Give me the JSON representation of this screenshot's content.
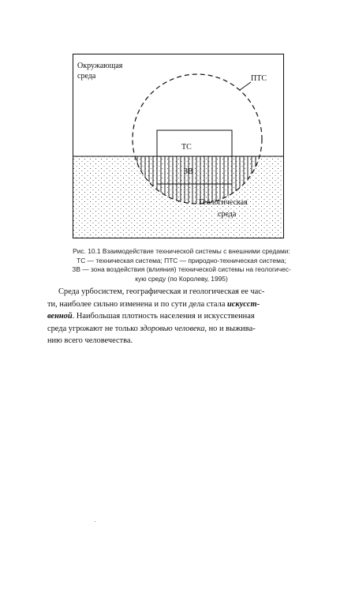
{
  "figure": {
    "label_environment_line1": "Окружающая",
    "label_environment_line2": "среда",
    "label_pts": "ПТС",
    "label_ts": "ТС",
    "label_zv": "ЗВ",
    "label_geo_line1": "Геологическая",
    "label_geo_line2": "среда"
  },
  "caption": {
    "line1": "Рис. 10.1  Взаимодействие технической системы с внешними средами:",
    "line2": "ТС — техническая система; ПТС — природно-техническая система;",
    "line3": "ЗВ — зона воздействия (влияния) технической системы на геологичес-",
    "line4": "кую среду (по Королеву, 1995)"
  },
  "paragraph": {
    "l1": "Среда урбосистем, географическая и геологическая ее час-",
    "l2a": "ти, наиболее сильно изменена и по сути дела стала ",
    "l2b": "искусст-",
    "l3a": "венной",
    "l3b": ". Наибольшая плотность населения и искусственная",
    "l4a": "среда угрожают не только ",
    "l4b": "здоровью человека",
    "l4c": ", но и выживa-",
    "l5": "нию всего человечества."
  }
}
